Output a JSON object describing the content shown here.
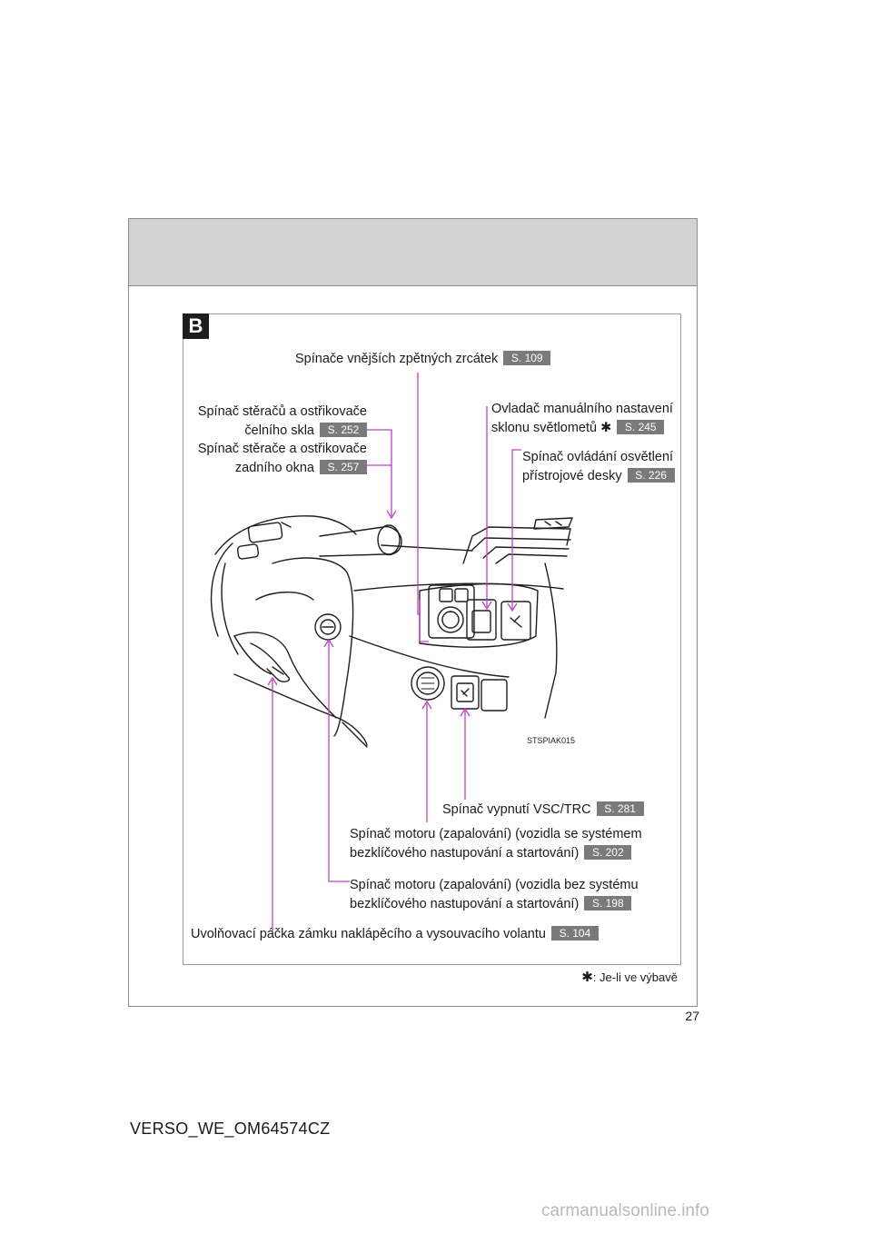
{
  "section_letter": "B",
  "callouts": {
    "mirrors": {
      "text": "Spínače vnějších zpětných zrcátek",
      "ref": "S. 109"
    },
    "wipers_front": {
      "line1": "Spínač stěračů a ostřikovače",
      "line2": "čelního skla",
      "ref": "S. 252"
    },
    "wipers_rear": {
      "line1": "Spínač stěrače a ostřikovače",
      "line2": "zadního okna",
      "ref": "S. 257"
    },
    "headlight_level": {
      "line1": "Ovladač manuálního nastavení",
      "line2": "sklonu světlometů",
      "star": "✱",
      "ref": "S. 245"
    },
    "panel_light": {
      "line1": "Spínač ovládání osvětlení",
      "line2": "přístrojové desky",
      "ref": "S. 226"
    },
    "vsc": {
      "text": "Spínač vypnutí VSC/TRC",
      "ref": "S. 281"
    },
    "engine_smart": {
      "line1": "Spínač motoru (zapalování) (vozidla se systémem",
      "line2": "bezklíčového nastupování a startování)",
      "ref": "S. 202"
    },
    "engine_key": {
      "line1": "Spínač motoru (zapalování) (vozidla bez systému",
      "line2": "bezklíčového nastupování a startování)",
      "ref": "S. 198"
    },
    "tilt_lever": {
      "text": "Uvolňovací páčka zámku naklápěcího a vysouvacího volantu",
      "ref": "S. 104"
    }
  },
  "image_code": "STSPIAK015",
  "footnote": {
    "star": "✱",
    "text": ": Je-li ve výbavě"
  },
  "page_number": "27",
  "doc_code": "VERSO_WE_OM64574CZ",
  "watermark": "carmanualsonline.info",
  "colors": {
    "leader": "#c040c8",
    "ref_badge": "#7a7a7a",
    "header_band": "#d2d2d2"
  }
}
